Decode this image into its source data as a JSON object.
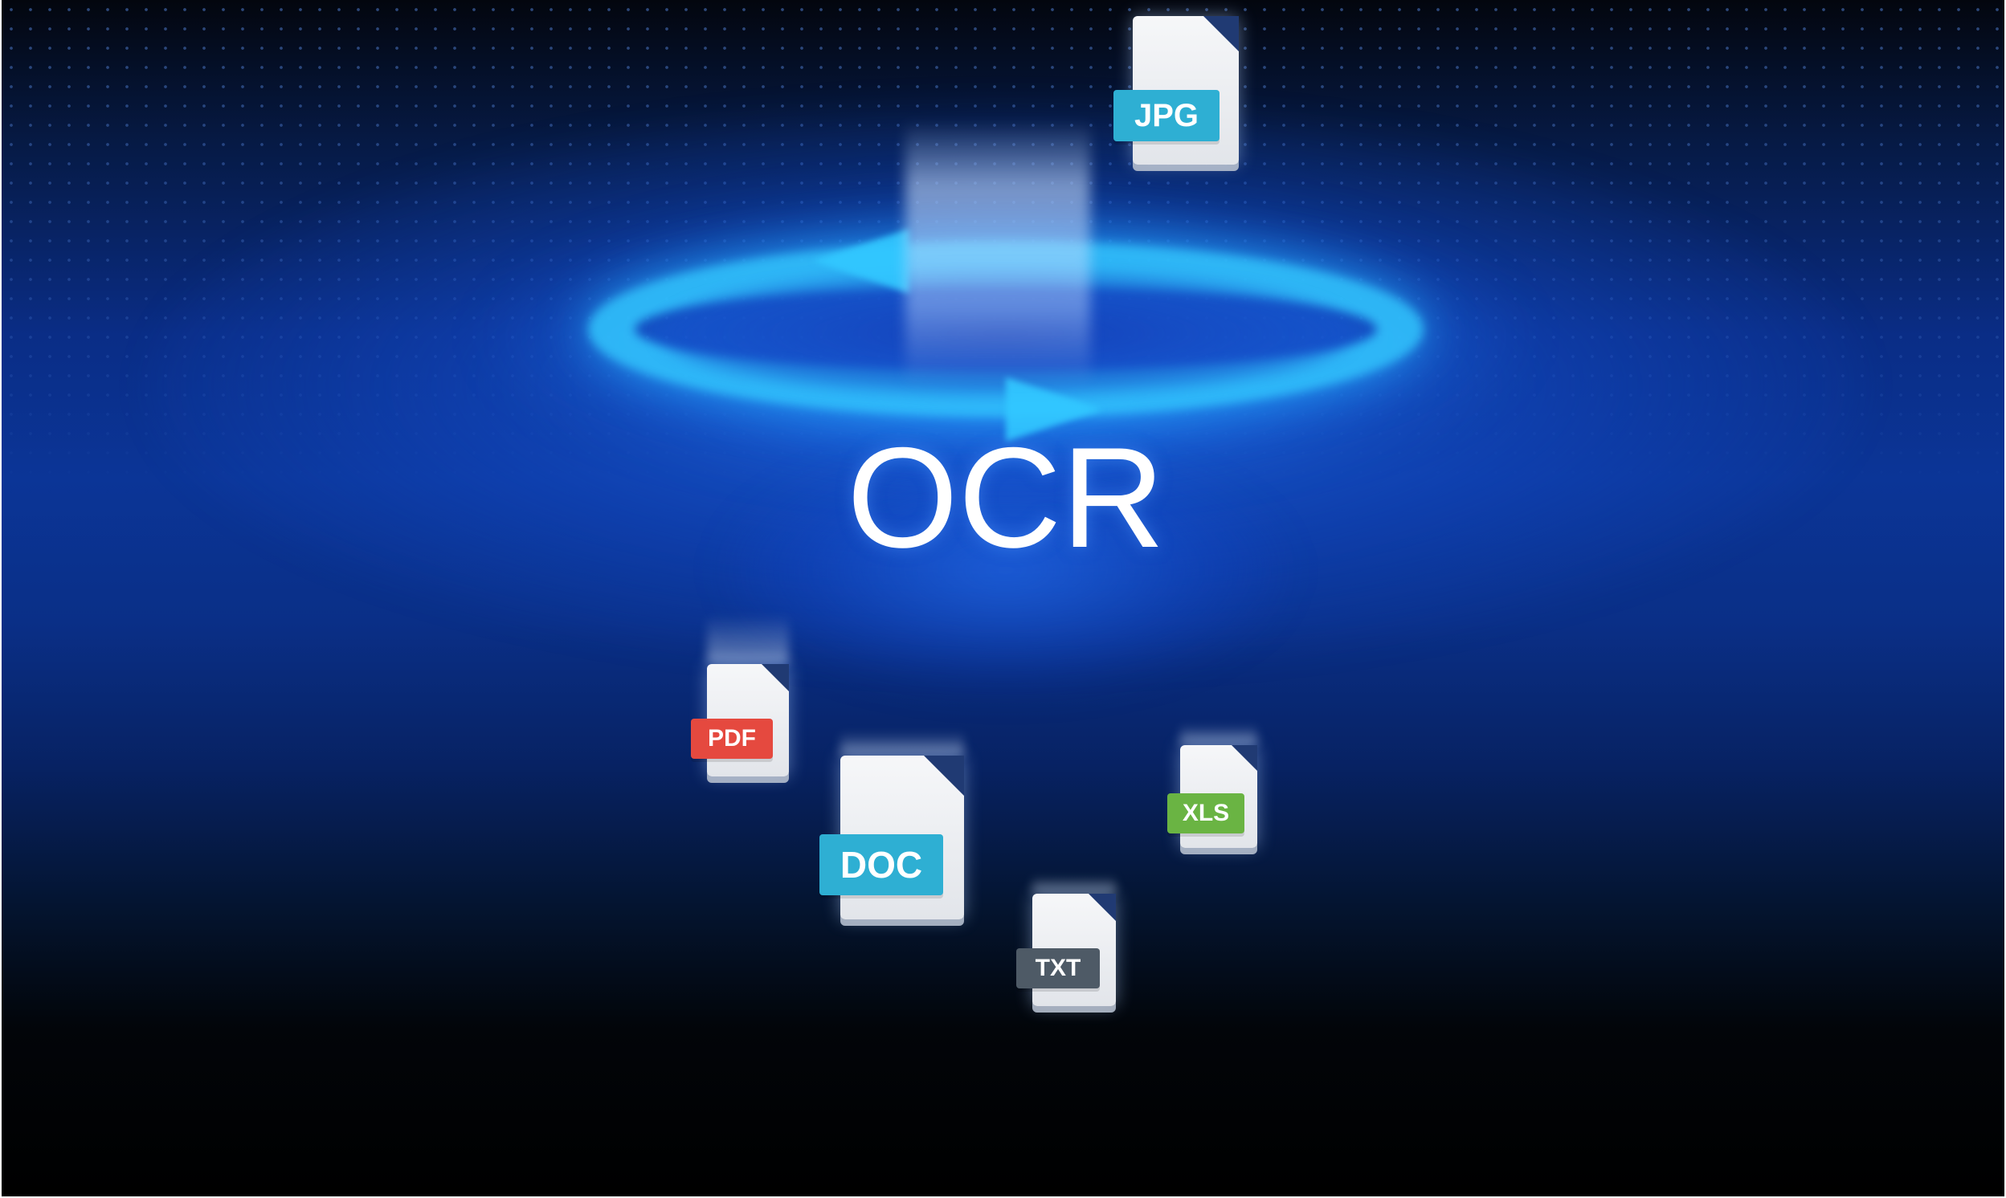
{
  "title": "OCR",
  "colors": {
    "background_top": "#03060e",
    "background_mid": "#0b3597",
    "background_bottom": "#000000",
    "ring": "#32c8ff",
    "title_text": "#ffffff"
  },
  "files": [
    {
      "label": "JPG",
      "tag_color": "#2eafd3",
      "icon": "jpg-file-icon"
    },
    {
      "label": "PDF",
      "tag_color": "#e5493f",
      "icon": "pdf-file-icon"
    },
    {
      "label": "DOC",
      "tag_color": "#2eafd3",
      "icon": "doc-file-icon"
    },
    {
      "label": "XLS",
      "tag_color": "#6ab443",
      "icon": "xls-file-icon"
    },
    {
      "label": "TXT",
      "tag_color": "#4e5a66",
      "icon": "txt-file-icon"
    }
  ]
}
